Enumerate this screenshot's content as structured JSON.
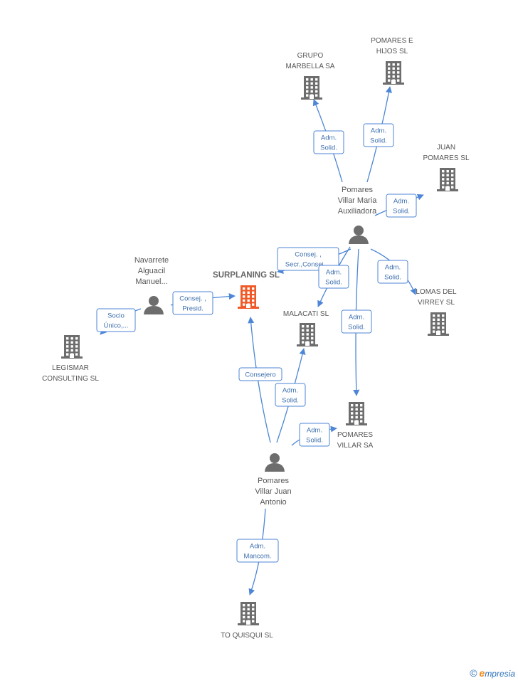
{
  "colors": {
    "edge": "#4d86d6",
    "company": "#6d6d6d",
    "focus": "#f05a28",
    "person": "#6d6d6d"
  },
  "nodes": [
    {
      "id": "surplaning",
      "type": "focus",
      "label": [
        "SURPLANING SL"
      ]
    },
    {
      "id": "grupo_marbella",
      "type": "company",
      "label": [
        "GRUPO",
        "MARBELLA SA"
      ]
    },
    {
      "id": "pomares_hijos",
      "type": "company",
      "label": [
        "POMARES E",
        "HIJOS SL"
      ]
    },
    {
      "id": "juan_pomares",
      "type": "company",
      "label": [
        "JUAN",
        "POMARES SL"
      ]
    },
    {
      "id": "lomas_virrey",
      "type": "company",
      "label": [
        "LOMAS DEL",
        "VIRREY SL"
      ]
    },
    {
      "id": "malacati",
      "type": "company",
      "label": [
        "MALACATI SL"
      ]
    },
    {
      "id": "pomares_villar",
      "type": "company",
      "label": [
        "POMARES",
        "VILLAR SA"
      ]
    },
    {
      "id": "legismar",
      "type": "company",
      "label": [
        "LEGISMAR",
        "CONSULTING  SL"
      ]
    },
    {
      "id": "to_quisqui",
      "type": "company",
      "label": [
        "TO QUISQUI SL"
      ]
    },
    {
      "id": "maria",
      "type": "person",
      "label": [
        "Pomares",
        "Villar Maria",
        "Auxiliadora"
      ]
    },
    {
      "id": "navarrete",
      "type": "person",
      "label": [
        "Navarrete",
        "Alguacil",
        "Manuel..."
      ]
    },
    {
      "id": "juan_antonio",
      "type": "person",
      "label": [
        "Pomares",
        "Villar Juan",
        "Antonio"
      ]
    }
  ],
  "edges": [
    {
      "from": "maria",
      "to": "grupo_marbella",
      "label": [
        "Adm.",
        "Solid."
      ]
    },
    {
      "from": "maria",
      "to": "pomares_hijos",
      "label": [
        "Adm.",
        "Solid."
      ]
    },
    {
      "from": "maria",
      "to": "juan_pomares",
      "label": [
        "Adm.",
        "Solid."
      ]
    },
    {
      "from": "maria",
      "to": "lomas_virrey",
      "label": [
        "Adm.",
        "Solid."
      ]
    },
    {
      "from": "maria",
      "to": "surplaning",
      "label": [
        "Consej. ,",
        "Secr.,Consej...."
      ]
    },
    {
      "from": "maria",
      "to": "malacati",
      "label": [
        "Adm.",
        "Solid."
      ]
    },
    {
      "from": "maria",
      "to": "pomares_villar",
      "label": [
        "Adm.",
        "Solid."
      ]
    },
    {
      "from": "navarrete",
      "to": "surplaning",
      "label": [
        "Consej. ,",
        "Presid."
      ]
    },
    {
      "from": "navarrete",
      "to": "legismar",
      "label": [
        "Socio",
        "Único,..."
      ]
    },
    {
      "from": "juan_antonio",
      "to": "surplaning",
      "label": [
        "Consejero"
      ]
    },
    {
      "from": "juan_antonio",
      "to": "malacati",
      "label": [
        "Adm.",
        "Solid."
      ]
    },
    {
      "from": "juan_antonio",
      "to": "pomares_villar",
      "label": [
        "Adm.",
        "Solid."
      ]
    },
    {
      "from": "juan_antonio",
      "to": "to_quisqui",
      "label": [
        "Adm.",
        "Mancom."
      ]
    }
  ],
  "footer": {
    "copyright": "©",
    "brand_first": "e",
    "brand_rest": "mpresia"
  }
}
